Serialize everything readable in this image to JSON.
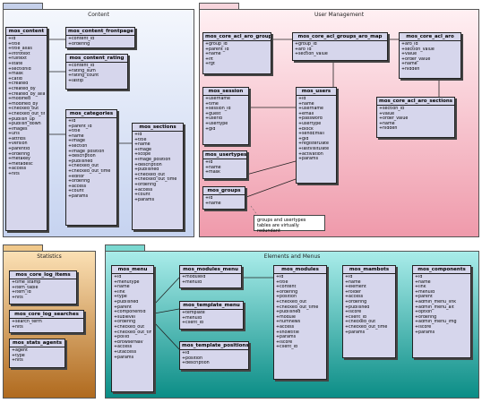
{
  "packages": {
    "content": "Content",
    "users": "User Management",
    "stats": "Statistics",
    "menus": "Elements and Menus"
  },
  "note": [
    "groups and usertypes",
    "tables are virtually redundant"
  ],
  "classes": {
    "content": {
      "name": "mos_content",
      "fields": [
        "+id",
        "+title",
        "+title_alias",
        "+introtext",
        "+fulltext",
        "+state",
        "+sectionid",
        "+mask",
        "+catid",
        "+created",
        "+created_by",
        "+created_by_alias",
        "+modified",
        "+modified_by",
        "+checked_out",
        "+checked_out_time",
        "+publish_up",
        "+publish_down",
        "+images",
        "+urls",
        "+attribs",
        "+version",
        "+parentid",
        "+ordering",
        "+metakey",
        "+metadesc",
        "+access",
        "+hits"
      ]
    },
    "content_frontpage": {
      "name": "mos_content_frontpage",
      "fields": [
        "+content_id",
        "+ordering"
      ]
    },
    "content_rating": {
      "name": "mos_content_rating",
      "fields": [
        "+content_id",
        "+rating_sum",
        "+rating_count",
        "+lastip"
      ]
    },
    "categories": {
      "name": "mos_categories",
      "fields": [
        "+id",
        "+parent_id",
        "+title",
        "+name",
        "+image",
        "+section",
        "+image_position",
        "+description",
        "+published",
        "+checked_out",
        "+checked_out_time",
        "+editor",
        "+ordering",
        "+access",
        "+count",
        "+params"
      ]
    },
    "sections": {
      "name": "mos_sections",
      "fields": [
        "+id",
        "+title",
        "+name",
        "+image",
        "+scope",
        "+image_position",
        "+description",
        "+published",
        "+checked_out",
        "+checked_out_time",
        "+ordering",
        "+access",
        "+count",
        "+params"
      ]
    },
    "aro_groups": {
      "name": "mos_core_acl_aro_groups",
      "fields": [
        "+group_id",
        "+parent_id",
        "+name",
        "+lft",
        "+rgt"
      ]
    },
    "groups_aro_map": {
      "name": "mos_core_acl_groups_aro_map",
      "fields": [
        "+group_id",
        "+aro_id",
        "+section_value"
      ]
    },
    "aro": {
      "name": "mos_core_acl_aro",
      "fields": [
        "+aro_id",
        "+section_value",
        "+value",
        "+order_value",
        "+name",
        "+hidden"
      ]
    },
    "session": {
      "name": "mos_session",
      "fields": [
        "+username",
        "+time",
        "+session_id",
        "+guest",
        "+userid",
        "+usertype",
        "+gid"
      ]
    },
    "users": {
      "name": "mos_users",
      "fields": [
        "+id",
        "+name",
        "+username",
        "+email",
        "+password",
        "+usertype",
        "+block",
        "+sendEmail",
        "+gid",
        "+registerDate",
        "+lastvisitDate",
        "+activation",
        "+params"
      ]
    },
    "aro_sections": {
      "name": "mos_core_acl_aro_sections",
      "fields": [
        "+section_id",
        "+value",
        "+order_value",
        "+name",
        "+hidden"
      ]
    },
    "usertypes": {
      "name": "mos_usertypes",
      "fields": [
        "+id",
        "+name",
        "+mask"
      ]
    },
    "groups": {
      "name": "mos_groups",
      "fields": [
        "+id",
        "+name"
      ]
    },
    "log_items": {
      "name": "mos_core_log_items",
      "fields": [
        "+time_stamp",
        "+item_table",
        "+item_id",
        "+hits"
      ]
    },
    "log_searches": {
      "name": "mos_core_log_searches",
      "fields": [
        "+search_term",
        "+hits"
      ]
    },
    "stats_agents": {
      "name": "mos_stats_agents",
      "fields": [
        "+agent",
        "+type",
        "+hits"
      ]
    },
    "menu": {
      "name": "mos_menu",
      "fields": [
        "+id",
        "+menutype",
        "+name",
        "+link",
        "+type",
        "+published",
        "+parent",
        "+componentid",
        "+sublevel",
        "+ordering",
        "+checked_out",
        "+checked_out_time",
        "+pollid",
        "+browserNav",
        "+access",
        "+utaccess",
        "+params"
      ]
    },
    "modules_menu": {
      "name": "mos_modules_menu",
      "fields": [
        "+moduleid",
        "+menuid"
      ]
    },
    "template_menu": {
      "name": "mos_template_menu",
      "fields": [
        "+template",
        "+menuid",
        "+client_id"
      ]
    },
    "template_positions": {
      "name": "mos_template_positions",
      "fields": [
        "+id",
        "+position",
        "+description"
      ]
    },
    "modules": {
      "name": "mos_modules",
      "fields": [
        "+id",
        "+title",
        "+content",
        "+ordering",
        "+position",
        "+checked_out",
        "+checked_out_time",
        "+published",
        "+module",
        "+numnews",
        "+access",
        "+showtitle",
        "+params",
        "+iscore",
        "+client_id"
      ]
    },
    "mambots": {
      "name": "mos_mambots",
      "fields": [
        "+id",
        "+name",
        "+element",
        "+folder",
        "+access",
        "+ordering",
        "+published",
        "+iscore",
        "+client_id",
        "+checked_out",
        "+checked_out_time",
        "+params"
      ]
    },
    "components": {
      "name": "mos_components",
      "fields": [
        "+id",
        "+name",
        "+link",
        "+menuid",
        "+parent",
        "+admin_menu_link",
        "+admin_menu_alt",
        "+option",
        "+ordering",
        "+admin_menu_img",
        "+iscore",
        "+params"
      ]
    }
  }
}
